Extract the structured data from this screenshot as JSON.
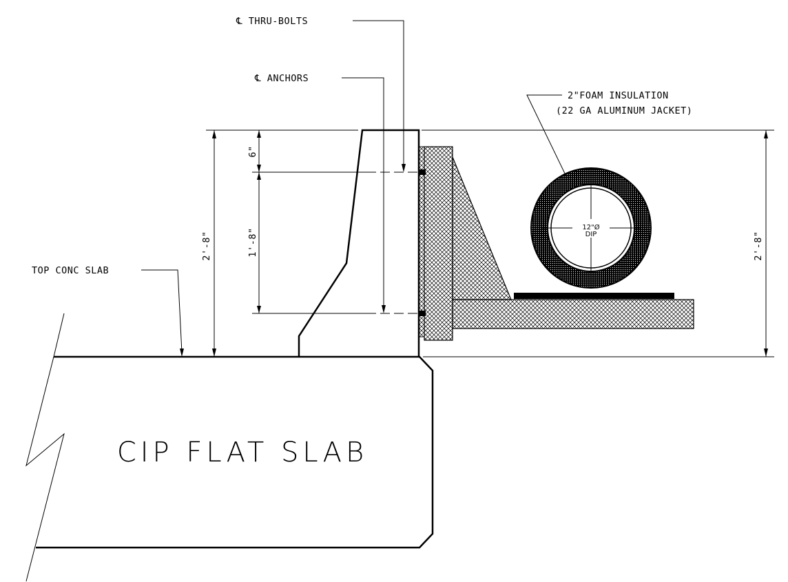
{
  "labels": {
    "thru_bolts": "℄ THRU-BOLTS",
    "anchors": "℄ ANCHORS",
    "insulation_line1": "2\"FOAM INSULATION",
    "insulation_line2": "(22 GA ALUMINUM JACKET)",
    "top_conc_slab": "TOP CONC SLAB",
    "slab_title": "CIP FLAT SLAB",
    "pipe_size": "12\"Ø",
    "pipe_type": "DIP"
  },
  "dimensions": {
    "overall_left": "2'-8\"",
    "overall_right": "2'-8\"",
    "top_offset": "6\"",
    "anchor_spacing": "1'-8\""
  },
  "colors": {
    "line": "#000000",
    "background": "#ffffff"
  }
}
